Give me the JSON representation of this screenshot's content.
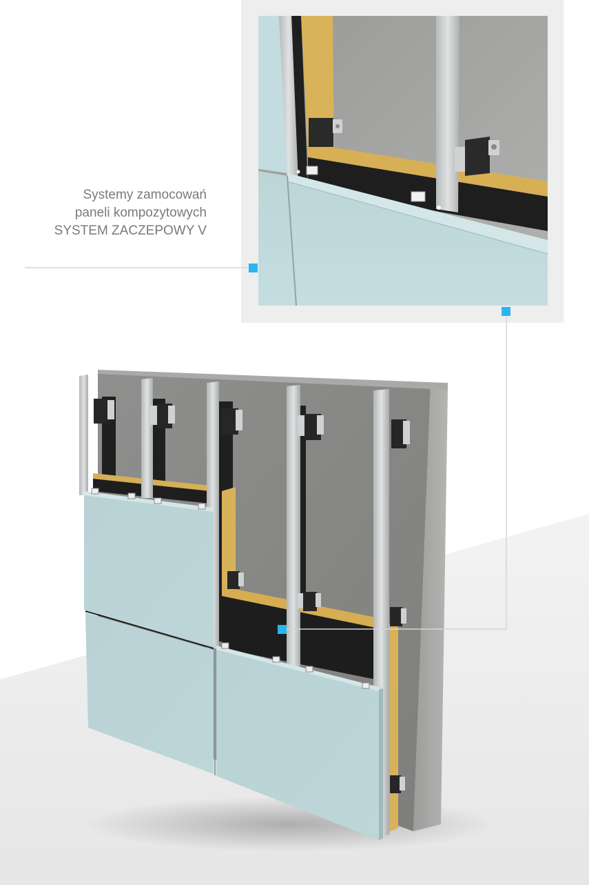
{
  "caption": {
    "line1": "Systemy zamocowań",
    "line2": "paneli kompozytowych",
    "line3": "SYSTEM ZACZEPOWY V"
  },
  "colors": {
    "accent": "#29b6f0",
    "caption_text": "#7a7a7a",
    "leader_line": "#d6d6d6",
    "frame_bg": "#eeeeee",
    "concrete": "#8e8e8e",
    "panel": "#bdd4d6",
    "insulation_yellow": "#d9b257",
    "membrane_black": "#1e1e1e",
    "rail_aluminium": "#c9cccd"
  },
  "icons": {
    "marker": "square-marker-icon",
    "bracket": "wall-bracket-icon",
    "clip": "hook-clip-icon"
  }
}
